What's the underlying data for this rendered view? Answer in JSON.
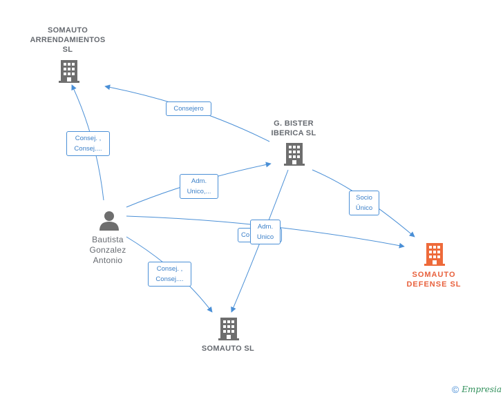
{
  "colors": {
    "edge": "#4a8fd6",
    "building": "#6e6e6e",
    "focus_building": "#ee6a3a",
    "person": "#6e6e6e"
  },
  "nodes": {
    "somauto_arrend": [
      "SOMAUTO",
      "ARRENDAMIENTOS",
      "SL"
    ],
    "g_bister": [
      "G.  BISTER",
      "IBERICA SL"
    ],
    "somauto_defense": [
      "SOMAUTO",
      "DEFENSE  SL"
    ],
    "somauto_sl": "SOMAUTO SL",
    "person": [
      "Bautista",
      "Gonzalez",
      "Antonio"
    ]
  },
  "edge_labels": {
    "consejero": "Consejero",
    "consej_arrend": [
      "Consej. ,",
      "Consej...."
    ],
    "adm_unico_bister": [
      "Adm.",
      "Unico,..."
    ],
    "socio_unico": [
      "Socio",
      "Único"
    ],
    "con_hidden": "Co",
    "adm_unico_defense": [
      "Adm.",
      "Unico"
    ],
    "consej_somauto": [
      "Consej. ,",
      "Consej...."
    ]
  },
  "footer": {
    "copyright": "©",
    "brand": "Empresia"
  }
}
